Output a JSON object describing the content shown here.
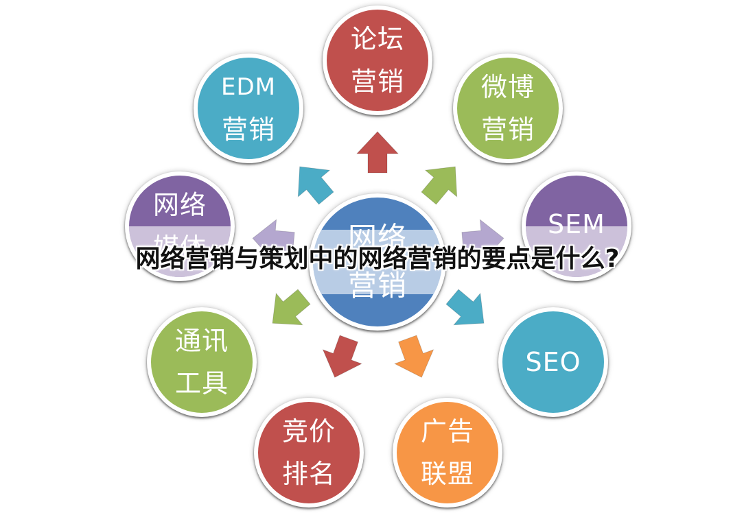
{
  "title": "网络营销与策划中的网络营销的要点是什么?",
  "center": {
    "lines": [
      "网络",
      "营销"
    ],
    "color": "#4f81bd"
  },
  "nodes": [
    {
      "id": "luntan",
      "lines": [
        "论坛",
        "营销"
      ],
      "color": "#c0504d"
    },
    {
      "id": "weibo",
      "lines": [
        "微博",
        "营销"
      ],
      "color": "#9bbb59"
    },
    {
      "id": "sem",
      "lines": [
        "SEM"
      ],
      "color": "#8064a2"
    },
    {
      "id": "seo",
      "lines": [
        "SEO"
      ],
      "color": "#4bacc6"
    },
    {
      "id": "guanggao",
      "lines": [
        "广告",
        "联盟"
      ],
      "color": "#f79646"
    },
    {
      "id": "jingjia",
      "lines": [
        "竞价",
        "排名"
      ],
      "color": "#c0504d"
    },
    {
      "id": "tongxun",
      "lines": [
        "通讯",
        "工具"
      ],
      "color": "#9bbb59"
    },
    {
      "id": "meiti",
      "lines": [
        "网络",
        "媒体"
      ],
      "color": "#8064a2"
    },
    {
      "id": "edm",
      "lines": [
        "EDM",
        "营销"
      ],
      "color": "#4bacc6"
    }
  ],
  "arrows": [
    {
      "id": "to-luntan",
      "color": "#c0504d"
    },
    {
      "id": "to-weibo",
      "color": "#9bbb59"
    },
    {
      "id": "to-sem",
      "color": "#b4a7cf"
    },
    {
      "id": "to-seo",
      "color": "#4bacc6"
    },
    {
      "id": "to-guanggao",
      "color": "#f79646"
    },
    {
      "id": "to-jingjia",
      "color": "#c0504d"
    },
    {
      "id": "to-tongxun",
      "color": "#9bbb59"
    },
    {
      "id": "to-meiti",
      "color": "#b4a7cf"
    },
    {
      "id": "to-edm",
      "color": "#4bacc6"
    }
  ]
}
